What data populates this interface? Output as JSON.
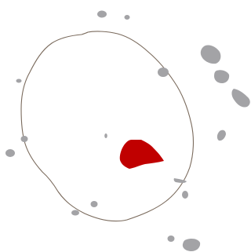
{
  "map": {
    "colors": {
      "background": "#ffffff",
      "boundary_stroke": "#7a6a5c",
      "islet_fill": "#a3a3a6",
      "highlight_fill": "#c00000"
    },
    "features": {
      "boundary": "outline",
      "highlight": "highlighted-region",
      "islets": "small-land-masses"
    }
  }
}
